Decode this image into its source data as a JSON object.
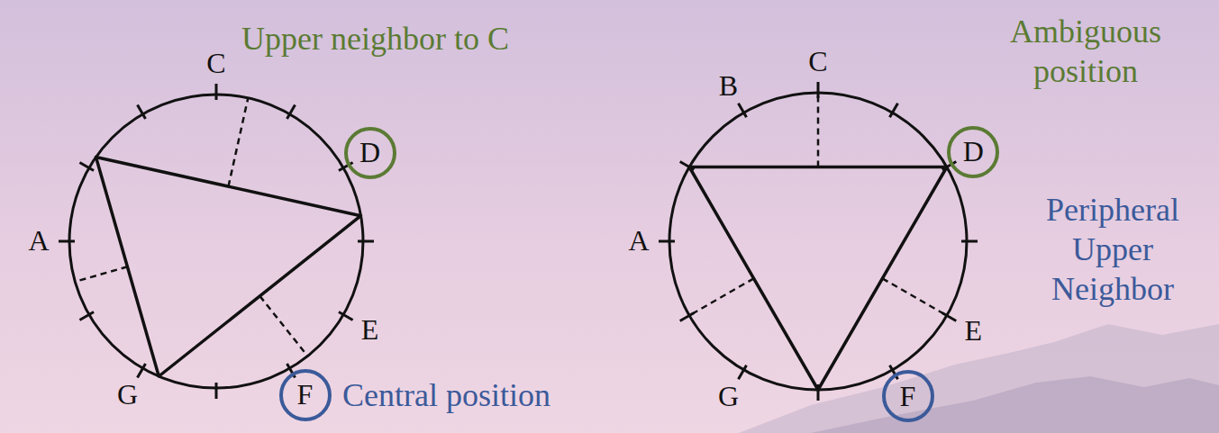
{
  "diagram": {
    "nodes": [
      {
        "text": [
          "D"
        ]
      },
      {
        "text": [
          "F"
        ]
      },
      {
        "text": [
          "D"
        ]
      },
      {
        "text": [
          "F"
        ]
      }
    ],
    "labels": [
      "C",
      "Upper neighbor to C",
      "A",
      "E",
      "G",
      "Central position",
      "B",
      "C",
      "Ambiguous position",
      "A",
      "Peripheral Upper Neighbor",
      "E",
      "G"
    ]
  }
}
